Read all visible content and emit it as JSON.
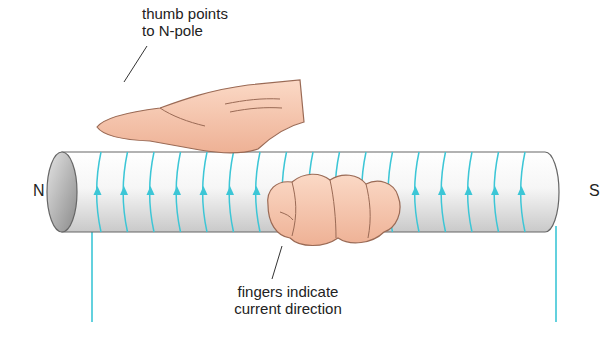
{
  "diagram": {
    "labels": [
      "thumb points to N-pole",
      "N",
      "S",
      "fingers indicate current direction"
    ]
  }
}
